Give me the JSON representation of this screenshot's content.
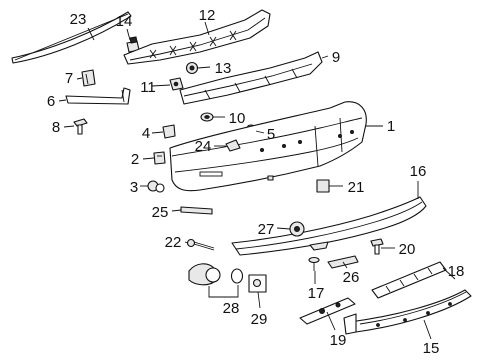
{
  "diagram": {
    "callouts": [
      {
        "id": "c23",
        "label": "23"
      },
      {
        "id": "c14",
        "label": "14"
      },
      {
        "id": "c12",
        "label": "12"
      },
      {
        "id": "c9",
        "label": "9"
      },
      {
        "id": "c7",
        "label": "7"
      },
      {
        "id": "c13",
        "label": "13"
      },
      {
        "id": "c6",
        "label": "6"
      },
      {
        "id": "c11",
        "label": "11"
      },
      {
        "id": "c8",
        "label": "8"
      },
      {
        "id": "c10",
        "label": "10"
      },
      {
        "id": "c1",
        "label": "1"
      },
      {
        "id": "c4",
        "label": "4"
      },
      {
        "id": "c5",
        "label": "5"
      },
      {
        "id": "c24",
        "label": "24"
      },
      {
        "id": "c2",
        "label": "2"
      },
      {
        "id": "c3",
        "label": "3"
      },
      {
        "id": "c16",
        "label": "16"
      },
      {
        "id": "c21",
        "label": "21"
      },
      {
        "id": "c25",
        "label": "25"
      },
      {
        "id": "c27",
        "label": "27"
      },
      {
        "id": "c22",
        "label": "22"
      },
      {
        "id": "c20",
        "label": "20"
      },
      {
        "id": "c26",
        "label": "26"
      },
      {
        "id": "c18",
        "label": "18"
      },
      {
        "id": "c17",
        "label": "17"
      },
      {
        "id": "c28",
        "label": "28"
      },
      {
        "id": "c29",
        "label": "29"
      },
      {
        "id": "c19",
        "label": "19"
      },
      {
        "id": "c15",
        "label": "15"
      }
    ]
  }
}
